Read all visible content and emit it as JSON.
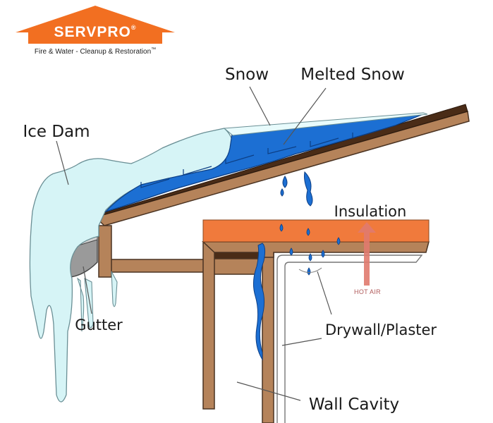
{
  "logo": {
    "brand": "SERVPRO",
    "reg": "®",
    "tagline": "Fire & Water - Cleanup & Restoration",
    "tm": "™",
    "color": "#f26f21"
  },
  "labels": {
    "snow": "Snow",
    "melted_snow": "Melted Snow",
    "ice_dam": "Ice Dam",
    "insulation": "Insulation",
    "hot_air": "HOT AIR",
    "gutter": "Gutter",
    "drywall": "Drywall/Plaster",
    "wall_cavity": "Wall Cavity"
  },
  "colors": {
    "wood": "#b5835a",
    "wood_outline": "#4a3322",
    "roof_dark": "#4a2c17",
    "ice": "#d6f4f6",
    "melt_water": "#1c6fd3",
    "insulation": "#f07a3c",
    "hot_air": "#e07a6e"
  }
}
